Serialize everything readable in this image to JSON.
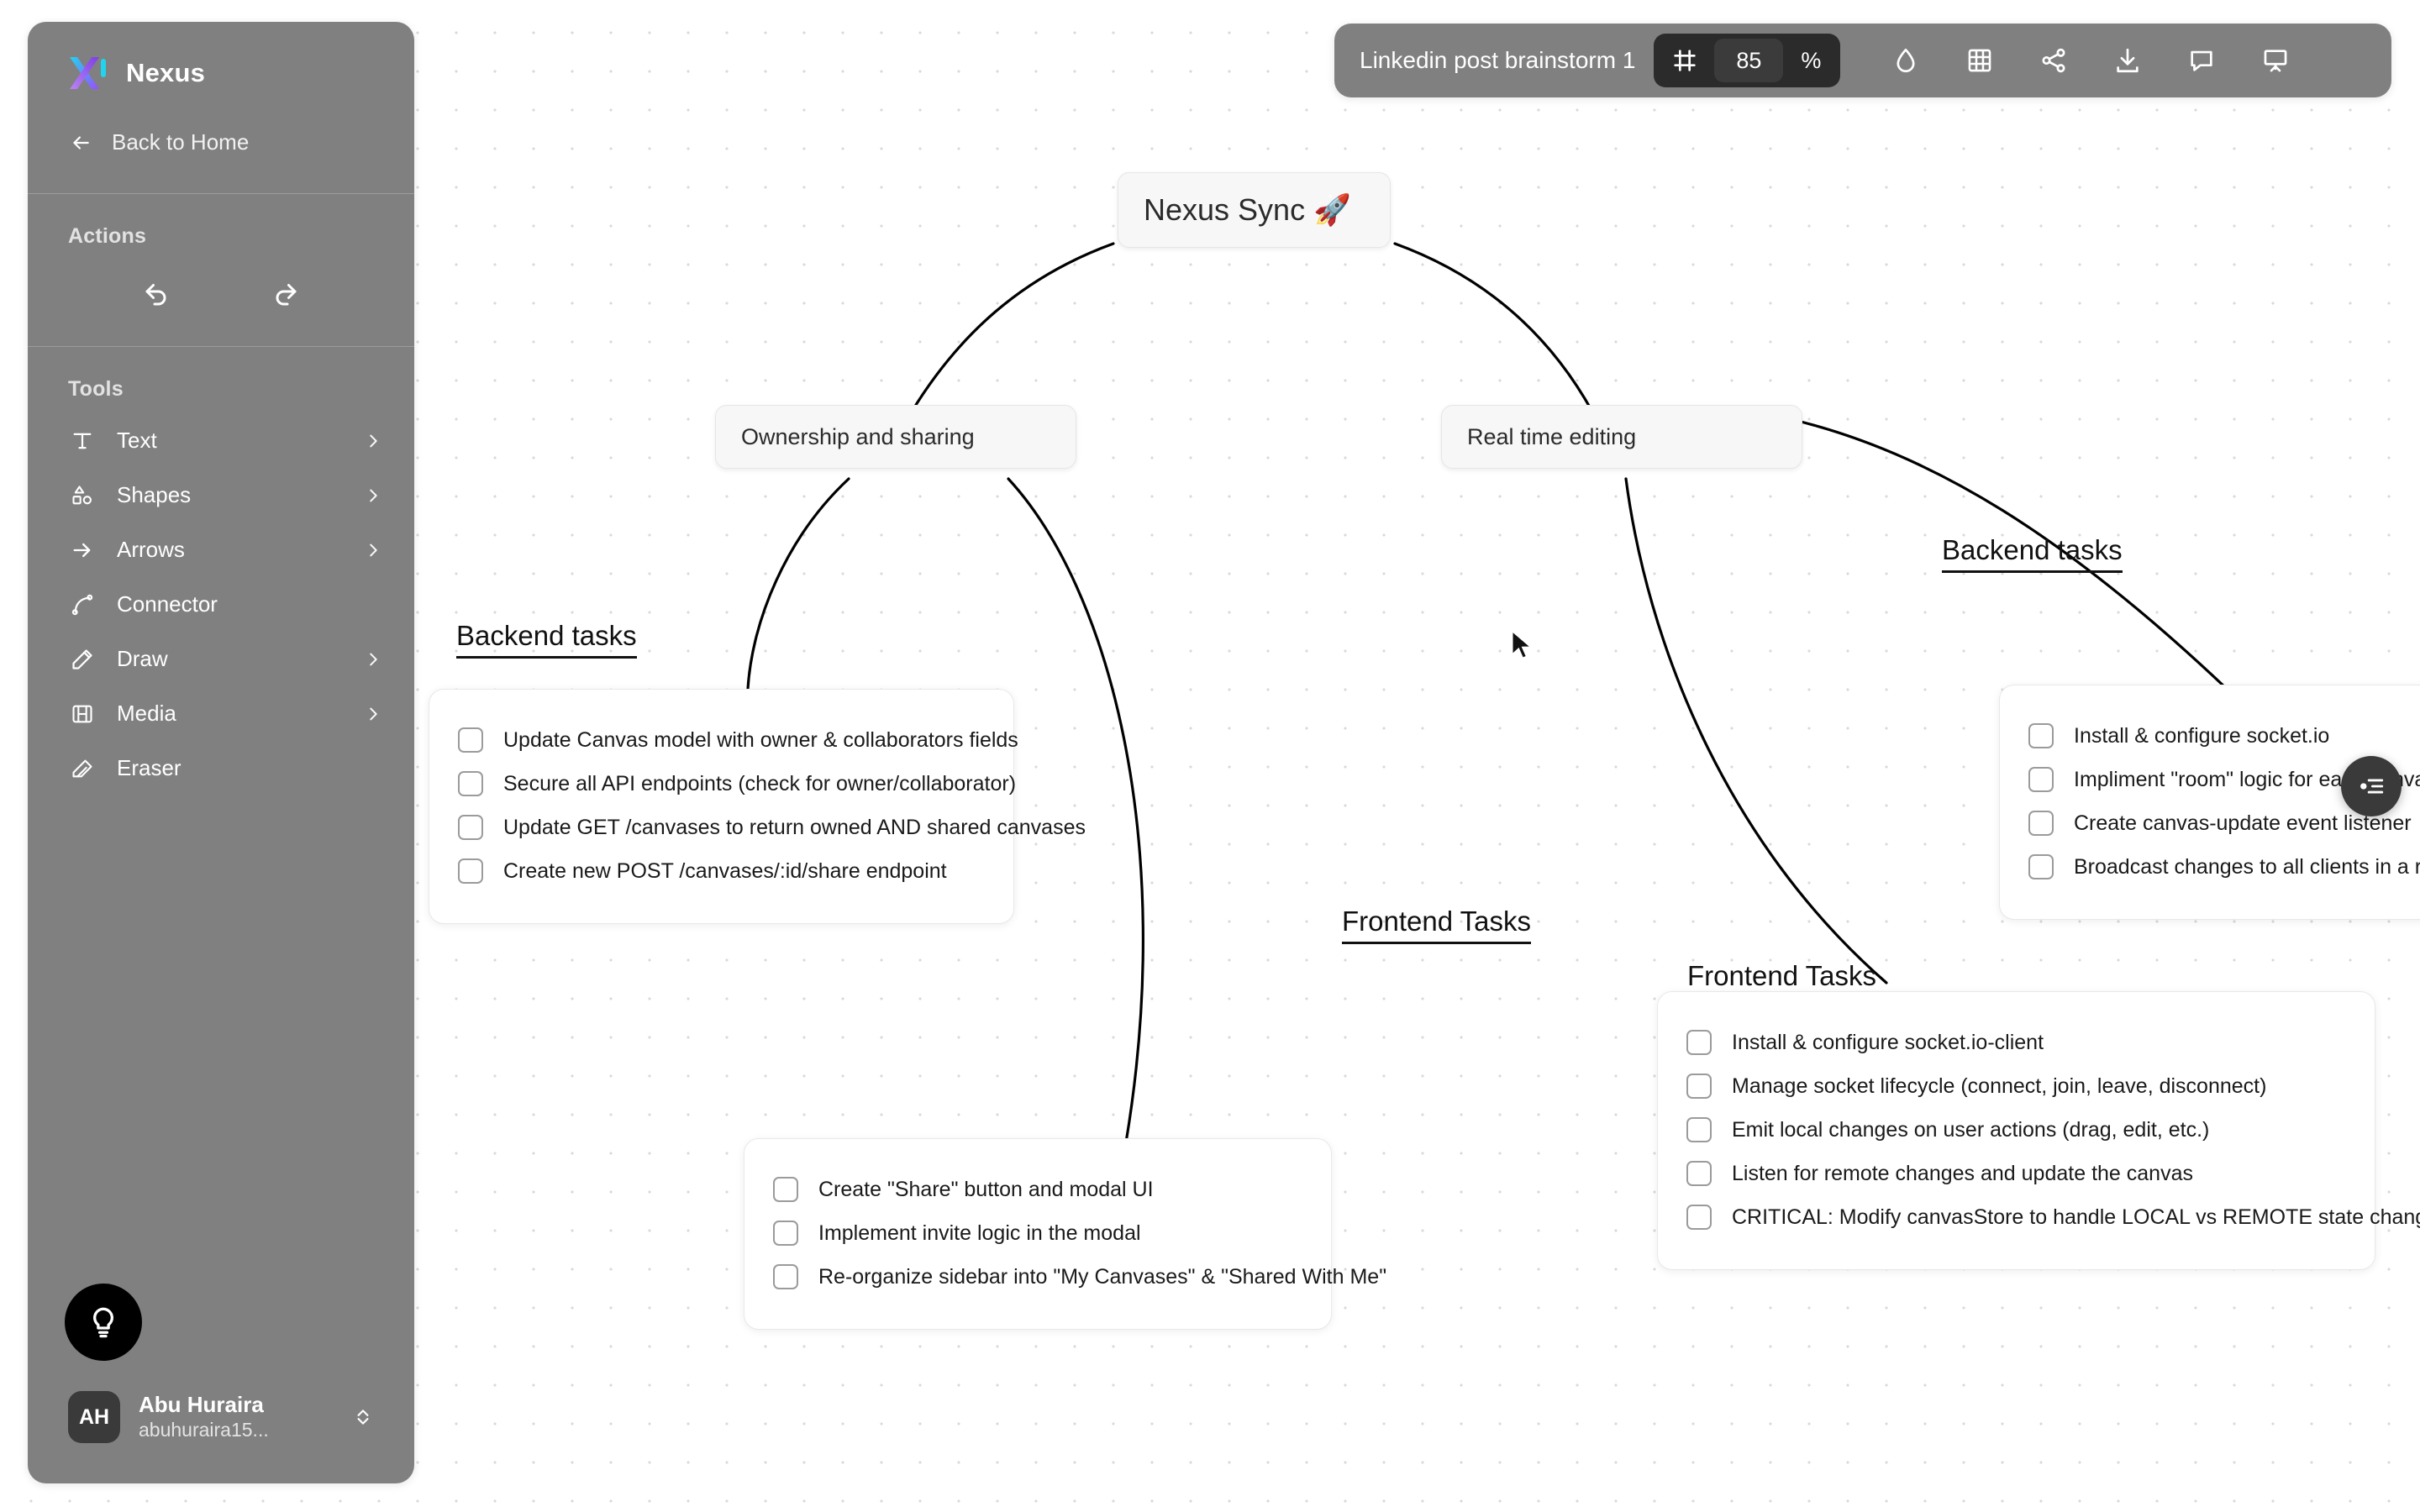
{
  "app": {
    "brand_name": "Nexus",
    "logo_icon": "nexus-logo-icon"
  },
  "sidebar": {
    "back_label": "Back to Home",
    "back_icon": "arrow-left-icon",
    "actions_label": "Actions",
    "actions": [
      {
        "name": "undo",
        "icon": "undo-icon"
      },
      {
        "name": "redo",
        "icon": "redo-icon"
      }
    ],
    "tools_label": "Tools",
    "tools": [
      {
        "label": "Text",
        "icon": "text-icon",
        "chevron": true
      },
      {
        "label": "Shapes",
        "icon": "shapes-icon",
        "chevron": true
      },
      {
        "label": "Arrows",
        "icon": "arrow-right-icon",
        "chevron": true
      },
      {
        "label": "Connector",
        "icon": "connector-icon",
        "chevron": false
      },
      {
        "label": "Draw",
        "icon": "pencil-icon",
        "chevron": true
      },
      {
        "label": "Media",
        "icon": "media-icon",
        "chevron": true
      },
      {
        "label": "Eraser",
        "icon": "eraser-icon",
        "chevron": false
      }
    ],
    "hint_icon": "lightbulb-icon",
    "user": {
      "initials": "AH",
      "name": "Abu Huraira",
      "handle": "abuhuraira15...",
      "chevron_icon": "chevron-up-down-icon"
    }
  },
  "topbar": {
    "doc_title": "Linkedin post brainstorm 1",
    "zoom_frame_icon": "frame-icon",
    "zoom_value": "85",
    "zoom_unit": "%",
    "buttons": [
      {
        "name": "theme-droplet",
        "icon": "droplet-icon"
      },
      {
        "name": "grid",
        "icon": "grid-icon"
      },
      {
        "name": "share",
        "icon": "share-icon"
      },
      {
        "name": "download",
        "icon": "download-icon"
      },
      {
        "name": "comment",
        "icon": "comment-icon"
      },
      {
        "name": "present",
        "icon": "present-icon"
      }
    ]
  },
  "canvas": {
    "nodes": [
      {
        "id": "root",
        "text": "Nexus Sync 🚀"
      },
      {
        "id": "ownership",
        "text": "Ownership and sharing"
      },
      {
        "id": "realtime",
        "text": "Real time editing"
      }
    ],
    "headings": [
      {
        "id": "backend-left",
        "text": "Backend tasks"
      },
      {
        "id": "backend-right",
        "text": "Backend tasks"
      },
      {
        "id": "frontend-mid",
        "text": "Frontend Tasks"
      },
      {
        "id": "frontend-right",
        "text": "Frontend Tasks"
      }
    ],
    "cards": [
      {
        "id": "backend-left-card",
        "items": [
          "Update Canvas model with owner & collaborators fields",
          "Secure all API endpoints (check for owner/collaborator)",
          "Update GET /canvases to return owned AND shared canvases",
          "Create new POST /canvases/:id/share endpoint"
        ]
      },
      {
        "id": "share-card",
        "items": [
          "Create \"Share\" button and modal UI",
          "Implement invite logic in the modal",
          "Re-organize sidebar into \"My Canvases\" & \"Shared With Me\""
        ]
      },
      {
        "id": "backend-right-card",
        "items": [
          "Install & configure socket.io",
          "Impliment \"room\" logic for each canvas session",
          "Create canvas-update event listener",
          "Broadcast changes to all clients in a room"
        ]
      },
      {
        "id": "frontend-right-card",
        "items": [
          "Install & configure socket.io-client",
          "Manage socket lifecycle (connect, join, leave, disconnect)",
          "Emit local changes on user actions (drag, edit, etc.)",
          "Listen for remote changes and update the canvas",
          "CRITICAL: Modify canvasStore to handle LOCAL vs REMOTE state changes"
        ]
      }
    ],
    "fab_icon": "settings-sliders-icon",
    "cursor_icon": "mouse-cursor-icon"
  },
  "colors": {
    "sidebar_bg": "#808080",
    "topbar_bg": "#808080",
    "zoom_chip_bg": "#2b2b2b",
    "accent_purple": "#9b4dff",
    "accent_cyan": "#22d3ee",
    "canvas_bg": "#ffffff",
    "edge_stroke": "#000000"
  }
}
